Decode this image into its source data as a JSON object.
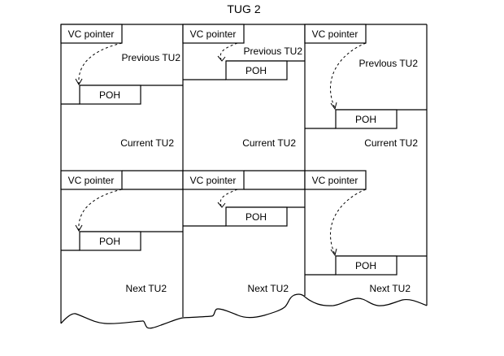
{
  "title": "TUG 2",
  "columns": [
    {
      "pointers": [
        {
          "vc_label": "VC pointer",
          "poh_label": "POH",
          "region_label": "Previous TU2"
        },
        {
          "vc_label": "VC pointer",
          "poh_label": "POH",
          "region_label": "Current TU2"
        }
      ],
      "next_label": "Next TU2"
    },
    {
      "pointers": [
        {
          "vc_label": "VC pointer",
          "poh_label": "POH",
          "region_label": "Previous TU2"
        },
        {
          "vc_label": "VC pointer",
          "poh_label": "POH",
          "region_label": "Current TU2"
        }
      ],
      "next_label": "Next TU2"
    },
    {
      "pointers": [
        {
          "vc_label": "VC pointer",
          "poh_label": "POH",
          "region_label": "Prevlous TU2"
        },
        {
          "vc_label": "VC pointer",
          "poh_label": "POH",
          "region_label": "Current TU2"
        }
      ],
      "next_label": "Next TU2"
    }
  ]
}
